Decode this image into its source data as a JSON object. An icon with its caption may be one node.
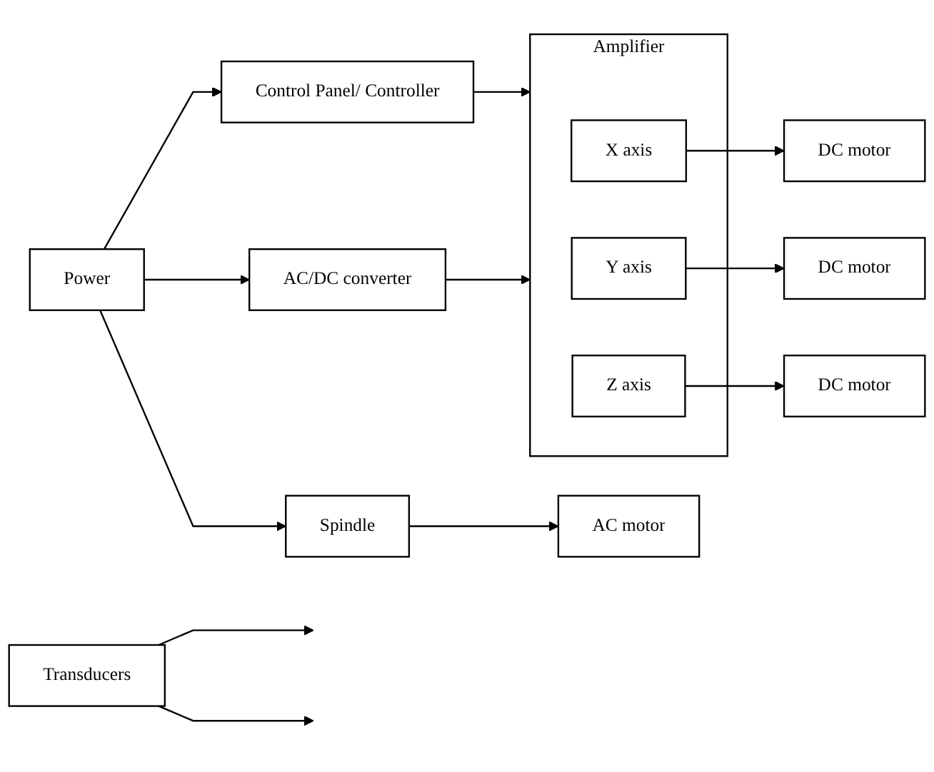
{
  "diagram": {
    "nodes": [
      {
        "text": [
          "Power"
        ]
      },
      {
        "text": [
          "Control Panel/ Controller"
        ]
      },
      {
        "text": [
          "Transducers"
        ]
      },
      {
        "text": [
          "Amplifier"
        ]
      },
      {
        "text": [
          "X axis"
        ],
        "in": 3
      },
      {
        "text": [
          "Y axis"
        ],
        "in": 3
      },
      {
        "text": [
          "Z axis"
        ],
        "in": 3
      },
      {
        "text": [
          "AC/DC converter"
        ]
      },
      {
        "text": [
          "DC motor"
        ]
      },
      {
        "text": [
          "DC motor"
        ]
      },
      {
        "text": [
          "DC motor"
        ]
      },
      {
        "text": [
          "Spindle"
        ]
      },
      {
        "text": [
          "AC motor"
        ]
      }
    ],
    "edges": [
      {
        "from": 0,
        "to": 1,
        "arrow": "to"
      },
      {
        "from": 0,
        "to": 7,
        "arrow": "to"
      },
      {
        "from": 0,
        "to": 11,
        "arrow": "to"
      },
      {
        "from": 1,
        "to": 3,
        "arrow": "to"
      },
      {
        "from": 2,
        "to": null,
        "arrow": "to"
      },
      {
        "from": 2,
        "to": null,
        "arrow": "to"
      },
      {
        "from": 7,
        "to": 3,
        "arrow": "to"
      },
      {
        "from": 4,
        "to": 8,
        "arrow": "to"
      },
      {
        "from": 5,
        "to": 9,
        "arrow": "to"
      },
      {
        "from": 6,
        "to": 10,
        "arrow": "to"
      },
      {
        "from": 11,
        "to": 12,
        "arrow": "to"
      }
    ]
  }
}
